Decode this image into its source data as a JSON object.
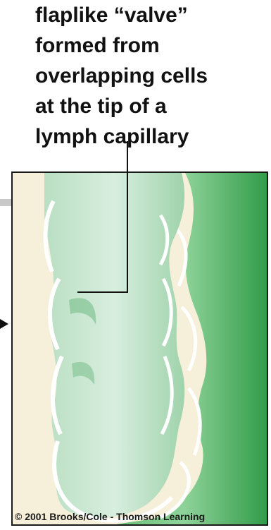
{
  "caption": {
    "lines": [
      "flaplike “valve”",
      "formed from",
      "overlapping cells",
      "at the tip of a",
      "lymph capillary"
    ]
  },
  "copyright": "© 2001 Brooks/Cole - Thomson Learning",
  "colors": {
    "background": "#f6efd9",
    "vessel_light": "#cfe8d6",
    "vessel_mid": "#7fc68f",
    "vessel_dark": "#2f9a46",
    "cell_edge": "#ffffff"
  }
}
